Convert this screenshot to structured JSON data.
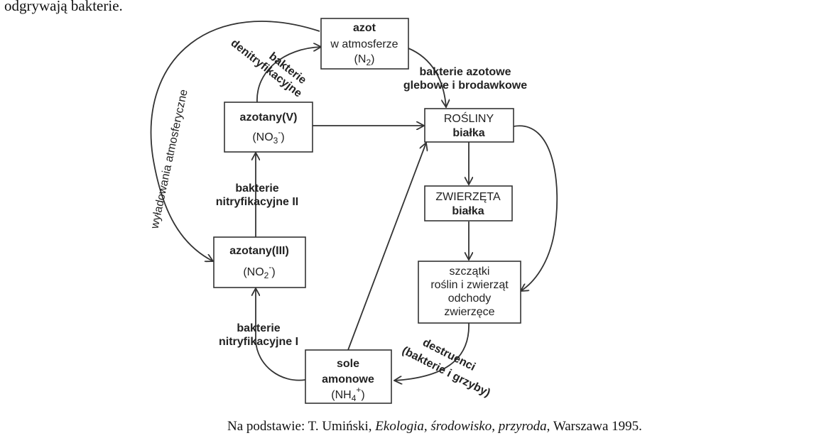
{
  "top_text": "odgrywają bakterie.",
  "caption": {
    "prefix": "Na podstawie: T. Umiński, ",
    "title": "Ekologia, środowisko, przyroda",
    "suffix": ", Warszawa 1995."
  },
  "nodes": {
    "azot": {
      "line1": "azot",
      "line2": "w atmosferze",
      "formula_base": "(N",
      "formula_sub": "2",
      "formula_end": ")"
    },
    "azotany_v": {
      "line1": "azotany(V)",
      "formula_base": "(NO",
      "formula_sub": "3",
      "formula_sup": "-",
      "formula_end": ")"
    },
    "azotany_iii": {
      "line1": "azotany(III)",
      "formula_base": "(NO",
      "formula_sub": "2",
      "formula_sup": "-",
      "formula_end": ")"
    },
    "sole": {
      "line1": "sole",
      "line2": "amonowe",
      "formula_base": "(NH",
      "formula_sub": "4",
      "formula_sup": "+",
      "formula_end": ")"
    },
    "rosliny": {
      "line1": "ROŚLINY",
      "line2": "białka"
    },
    "zwierzeta": {
      "line1": "ZWIERZĘTA",
      "line2": "białka"
    },
    "szczatki": {
      "line1": "szczątki",
      "line2": "roślin i zwierząt",
      "line3": "odchody",
      "line4": "zwierzęce"
    }
  },
  "edge_labels": {
    "wyladowania": "wyładowania atmosferyczne",
    "denitry_1": "bakterie",
    "denitry_2": "denitryfikacyjne",
    "azotowe_1": "bakterie azotowe",
    "azotowe_2": "glebowe i brodawkowe",
    "nitry2_1": "bakterie",
    "nitry2_2": "nitryfikacyjne II",
    "nitry1_1": "bakterie",
    "nitry1_2": "nitryfikacyjne I",
    "destruenci_1": "destruenci",
    "destruenci_2": "(bakterie i grzyby)"
  }
}
